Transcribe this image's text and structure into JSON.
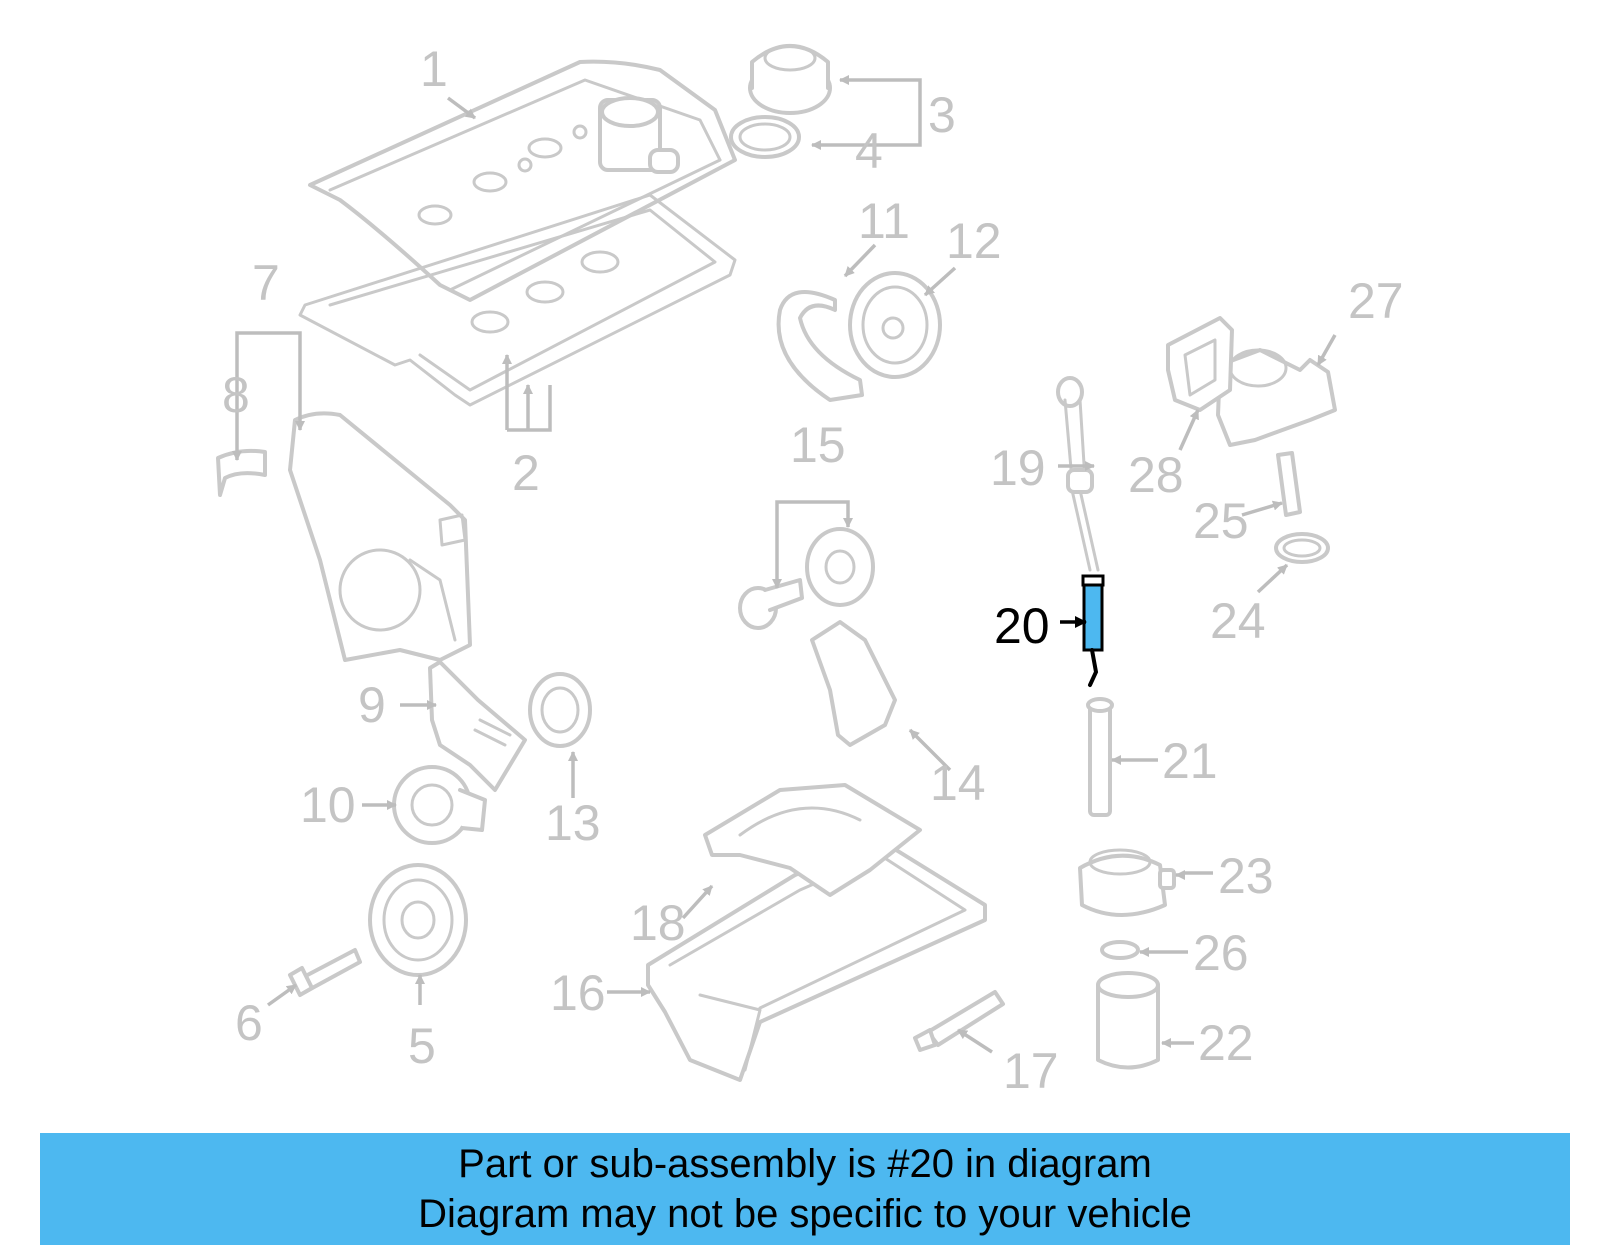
{
  "callouts": {
    "c1": "1",
    "c2": "2",
    "c3": "3",
    "c4": "4",
    "c5": "5",
    "c6": "6",
    "c7": "7",
    "c8": "8",
    "c9": "9",
    "c10": "10",
    "c11": "11",
    "c12": "12",
    "c13": "13",
    "c14": "14",
    "c15": "15",
    "c16": "16",
    "c17": "17",
    "c18": "18",
    "c19": "19",
    "c20": "20",
    "c21": "21",
    "c22": "22",
    "c23": "23",
    "c24": "24",
    "c25": "25",
    "c26": "26",
    "c27": "27",
    "c28": "28"
  },
  "highlighted_part": "20",
  "colors": {
    "highlight_part": "#4db8f0",
    "banner_background": "#4db8f0",
    "dimmed_parts": "#c9c9c9"
  },
  "banner": {
    "line1": "Part or sub-assembly is #20 in diagram",
    "line2": "Diagram may not be specific to your vehicle"
  }
}
